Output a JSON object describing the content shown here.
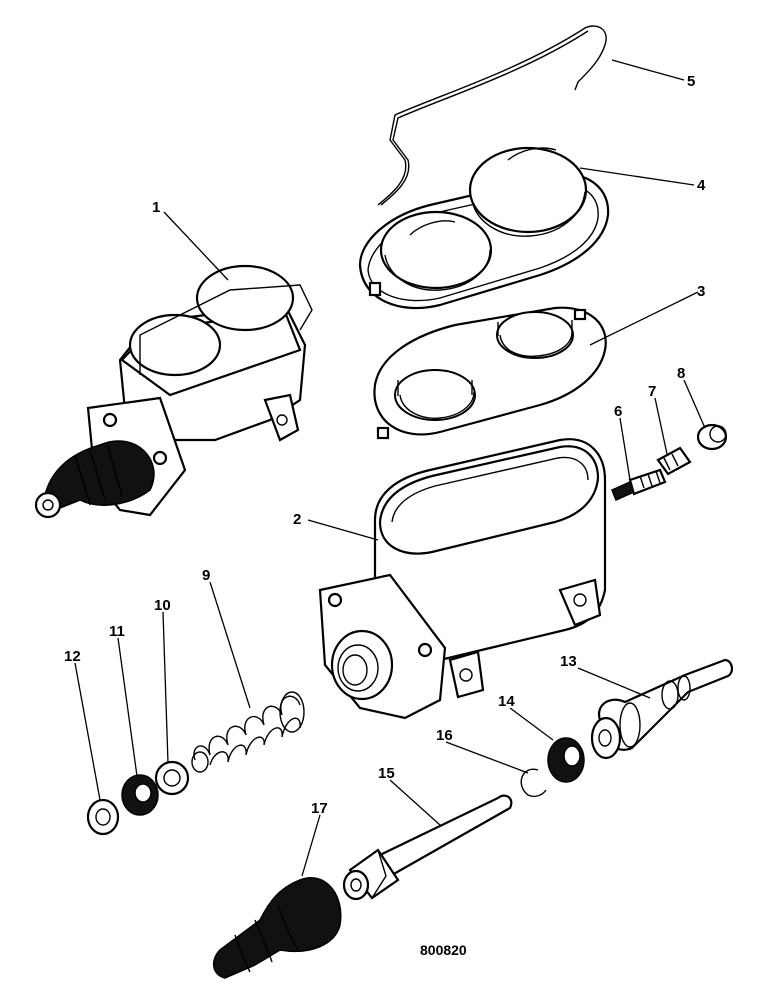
{
  "diagram": {
    "drawing_number": "800820",
    "callouts": [
      {
        "id": "callout-1",
        "text": "1"
      },
      {
        "id": "callout-2",
        "text": "2"
      },
      {
        "id": "callout-3",
        "text": "3"
      },
      {
        "id": "callout-4",
        "text": "4"
      },
      {
        "id": "callout-5",
        "text": "5"
      },
      {
        "id": "callout-6",
        "text": "6"
      },
      {
        "id": "callout-7",
        "text": "7"
      },
      {
        "id": "callout-8",
        "text": "8"
      },
      {
        "id": "callout-9",
        "text": "9"
      },
      {
        "id": "callout-10",
        "text": "10"
      },
      {
        "id": "callout-11",
        "text": "11"
      },
      {
        "id": "callout-12",
        "text": "12"
      },
      {
        "id": "callout-13",
        "text": "13"
      },
      {
        "id": "callout-14",
        "text": "14"
      },
      {
        "id": "callout-15",
        "text": "15"
      },
      {
        "id": "callout-16",
        "text": "16"
      },
      {
        "id": "callout-17",
        "text": "17"
      }
    ]
  }
}
